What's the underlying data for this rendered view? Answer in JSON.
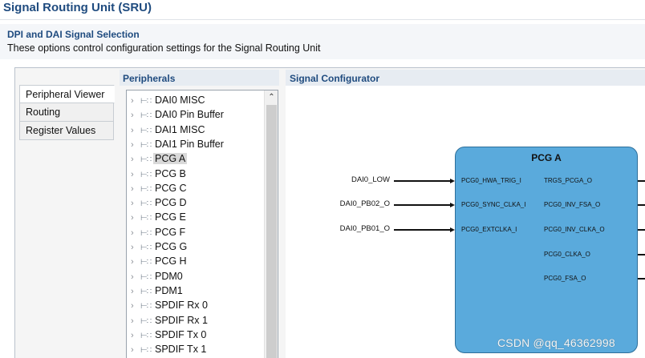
{
  "page": {
    "title": "Signal Routing Unit (SRU)"
  },
  "section": {
    "title": "DPI and DAI Signal Selection",
    "description": "These options control configuration settings for the Signal Routing Unit"
  },
  "tabs": [
    {
      "label": "Peripheral Viewer",
      "active": true
    },
    {
      "label": "Routing",
      "active": false
    },
    {
      "label": "Register Values",
      "active": false
    }
  ],
  "peripherals": {
    "heading": "Peripherals",
    "items": [
      {
        "label": "DAI0 MISC",
        "selected": false
      },
      {
        "label": "DAI0 Pin Buffer",
        "selected": false
      },
      {
        "label": "DAI1 MISC",
        "selected": false
      },
      {
        "label": "DAI1 Pin Buffer",
        "selected": false
      },
      {
        "label": "PCG A",
        "selected": true
      },
      {
        "label": "PCG B",
        "selected": false
      },
      {
        "label": "PCG C",
        "selected": false
      },
      {
        "label": "PCG D",
        "selected": false
      },
      {
        "label": "PCG E",
        "selected": false
      },
      {
        "label": "PCG F",
        "selected": false
      },
      {
        "label": "PCG G",
        "selected": false
      },
      {
        "label": "PCG H",
        "selected": false
      },
      {
        "label": "PDM0",
        "selected": false
      },
      {
        "label": "PDM1",
        "selected": false
      },
      {
        "label": "SPDIF Rx 0",
        "selected": false
      },
      {
        "label": "SPDIF Rx 1",
        "selected": false
      },
      {
        "label": "SPDIF Tx 0",
        "selected": false
      },
      {
        "label": "SPDIF Tx 1",
        "selected": false
      }
    ]
  },
  "configurator": {
    "heading": "Signal Configurator",
    "block_title": "PCG A",
    "block_color": "#5aaadc",
    "inputs": [
      {
        "signal": "DAI0_LOW",
        "pin": "PCG0_HWA_TRIG_I"
      },
      {
        "signal": "DAI0_PB02_O",
        "pin": "PCG0_SYNC_CLKA_I"
      },
      {
        "signal": "DAI0_PB01_O",
        "pin": "PCG0_EXTCLKA_I"
      }
    ],
    "outputs": [
      "TRGS_PCGA_O",
      "PCG0_INV_FSA_O",
      "PCG0_INV_CLKA_O",
      "PCG0_CLKA_O",
      "PCG0_FSA_O"
    ]
  },
  "watermark": "CSDN @qq_46362998"
}
